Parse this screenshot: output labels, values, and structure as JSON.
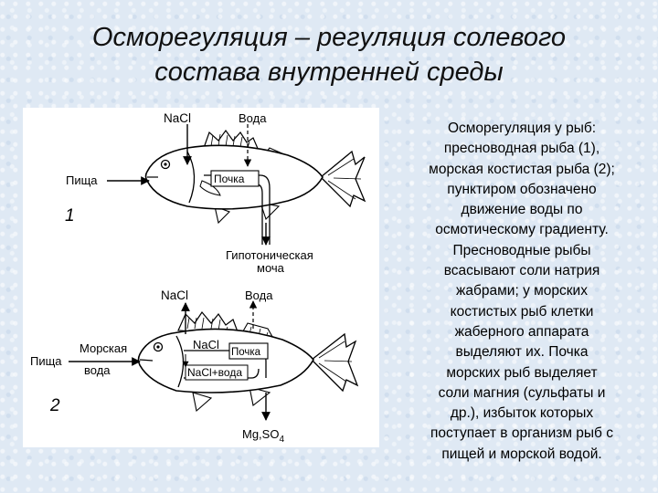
{
  "title_line1": "Осморегуляция – регуляция солевого",
  "title_line2": "состава внутренней среды",
  "diagram": {
    "fish1": {
      "number": "1",
      "nacl": "NaCl",
      "water": "Вода",
      "food": "Пища",
      "kidney": "Почка",
      "urine_line1": "Гипотоническая",
      "urine_line2": "моча"
    },
    "fish2": {
      "number": "2",
      "nacl": "NaCl",
      "water": "Вода",
      "food": "Пища",
      "seawater_line1": "Морская",
      "seawater_line2": "вода",
      "inner_nacl": "NaCl",
      "kidney": "Почка",
      "nacl_water": "NaCl+вода",
      "excretion": "Mg,SO",
      "excretion_sub": "4"
    }
  },
  "caption_lines": [
    "Осморегуляция у рыб:",
    "пресноводная рыба (1),",
    "морская костистая рыба (2);",
    "пунктиром обозначено",
    "движение воды по",
    "осмотическому градиенту.",
    "Пресноводные рыбы",
    "всасывают соли натрия",
    "жабрами; у морских",
    "костистых рыб клетки",
    "жаберного аппарата",
    "выделяют их. Почка",
    "морских рыб выделяет",
    "соли магния (сульфаты и",
    "др.), избыток которых",
    "поступает в организм рыб с",
    "пищей и морской водой."
  ]
}
